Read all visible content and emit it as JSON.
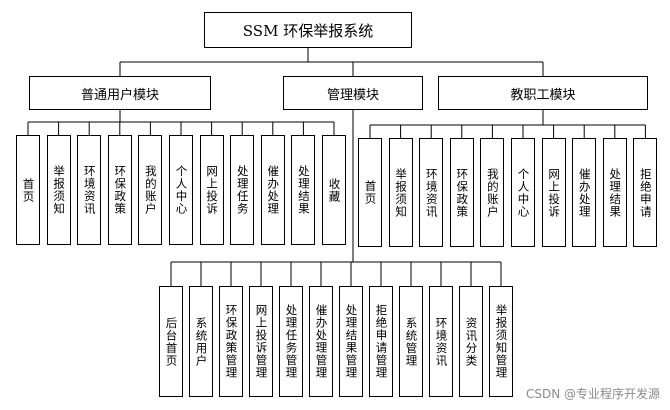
{
  "title": "SSM 环保举报系统",
  "modules": [
    {
      "name": "普通用户模块",
      "children": [
        "首页",
        "举报须知",
        "环境资讯",
        "环保政策",
        "我的账户",
        "个人中心",
        "网上投诉",
        "处理任务",
        "催办处理",
        "处理结果",
        "收藏"
      ]
    },
    {
      "name": "管理模块",
      "children": [
        "后台首页",
        "系统用户",
        "环保政策管理",
        "网上投诉管理",
        "处理任务管理",
        "催办处理管理",
        "处理结果管理",
        "拒绝申请管理",
        "系统管理",
        "环境资讯",
        "资讯分类",
        "举报须知管理"
      ]
    },
    {
      "name": "教职工模块",
      "children": [
        "首页",
        "举报须知",
        "环境资讯",
        "环保政策",
        "我的账户",
        "个人中心",
        "网上投诉",
        "催办处理",
        "处理结果",
        "拒绝申请"
      ]
    }
  ],
  "watermark": "CSDN @专业程序开发源"
}
